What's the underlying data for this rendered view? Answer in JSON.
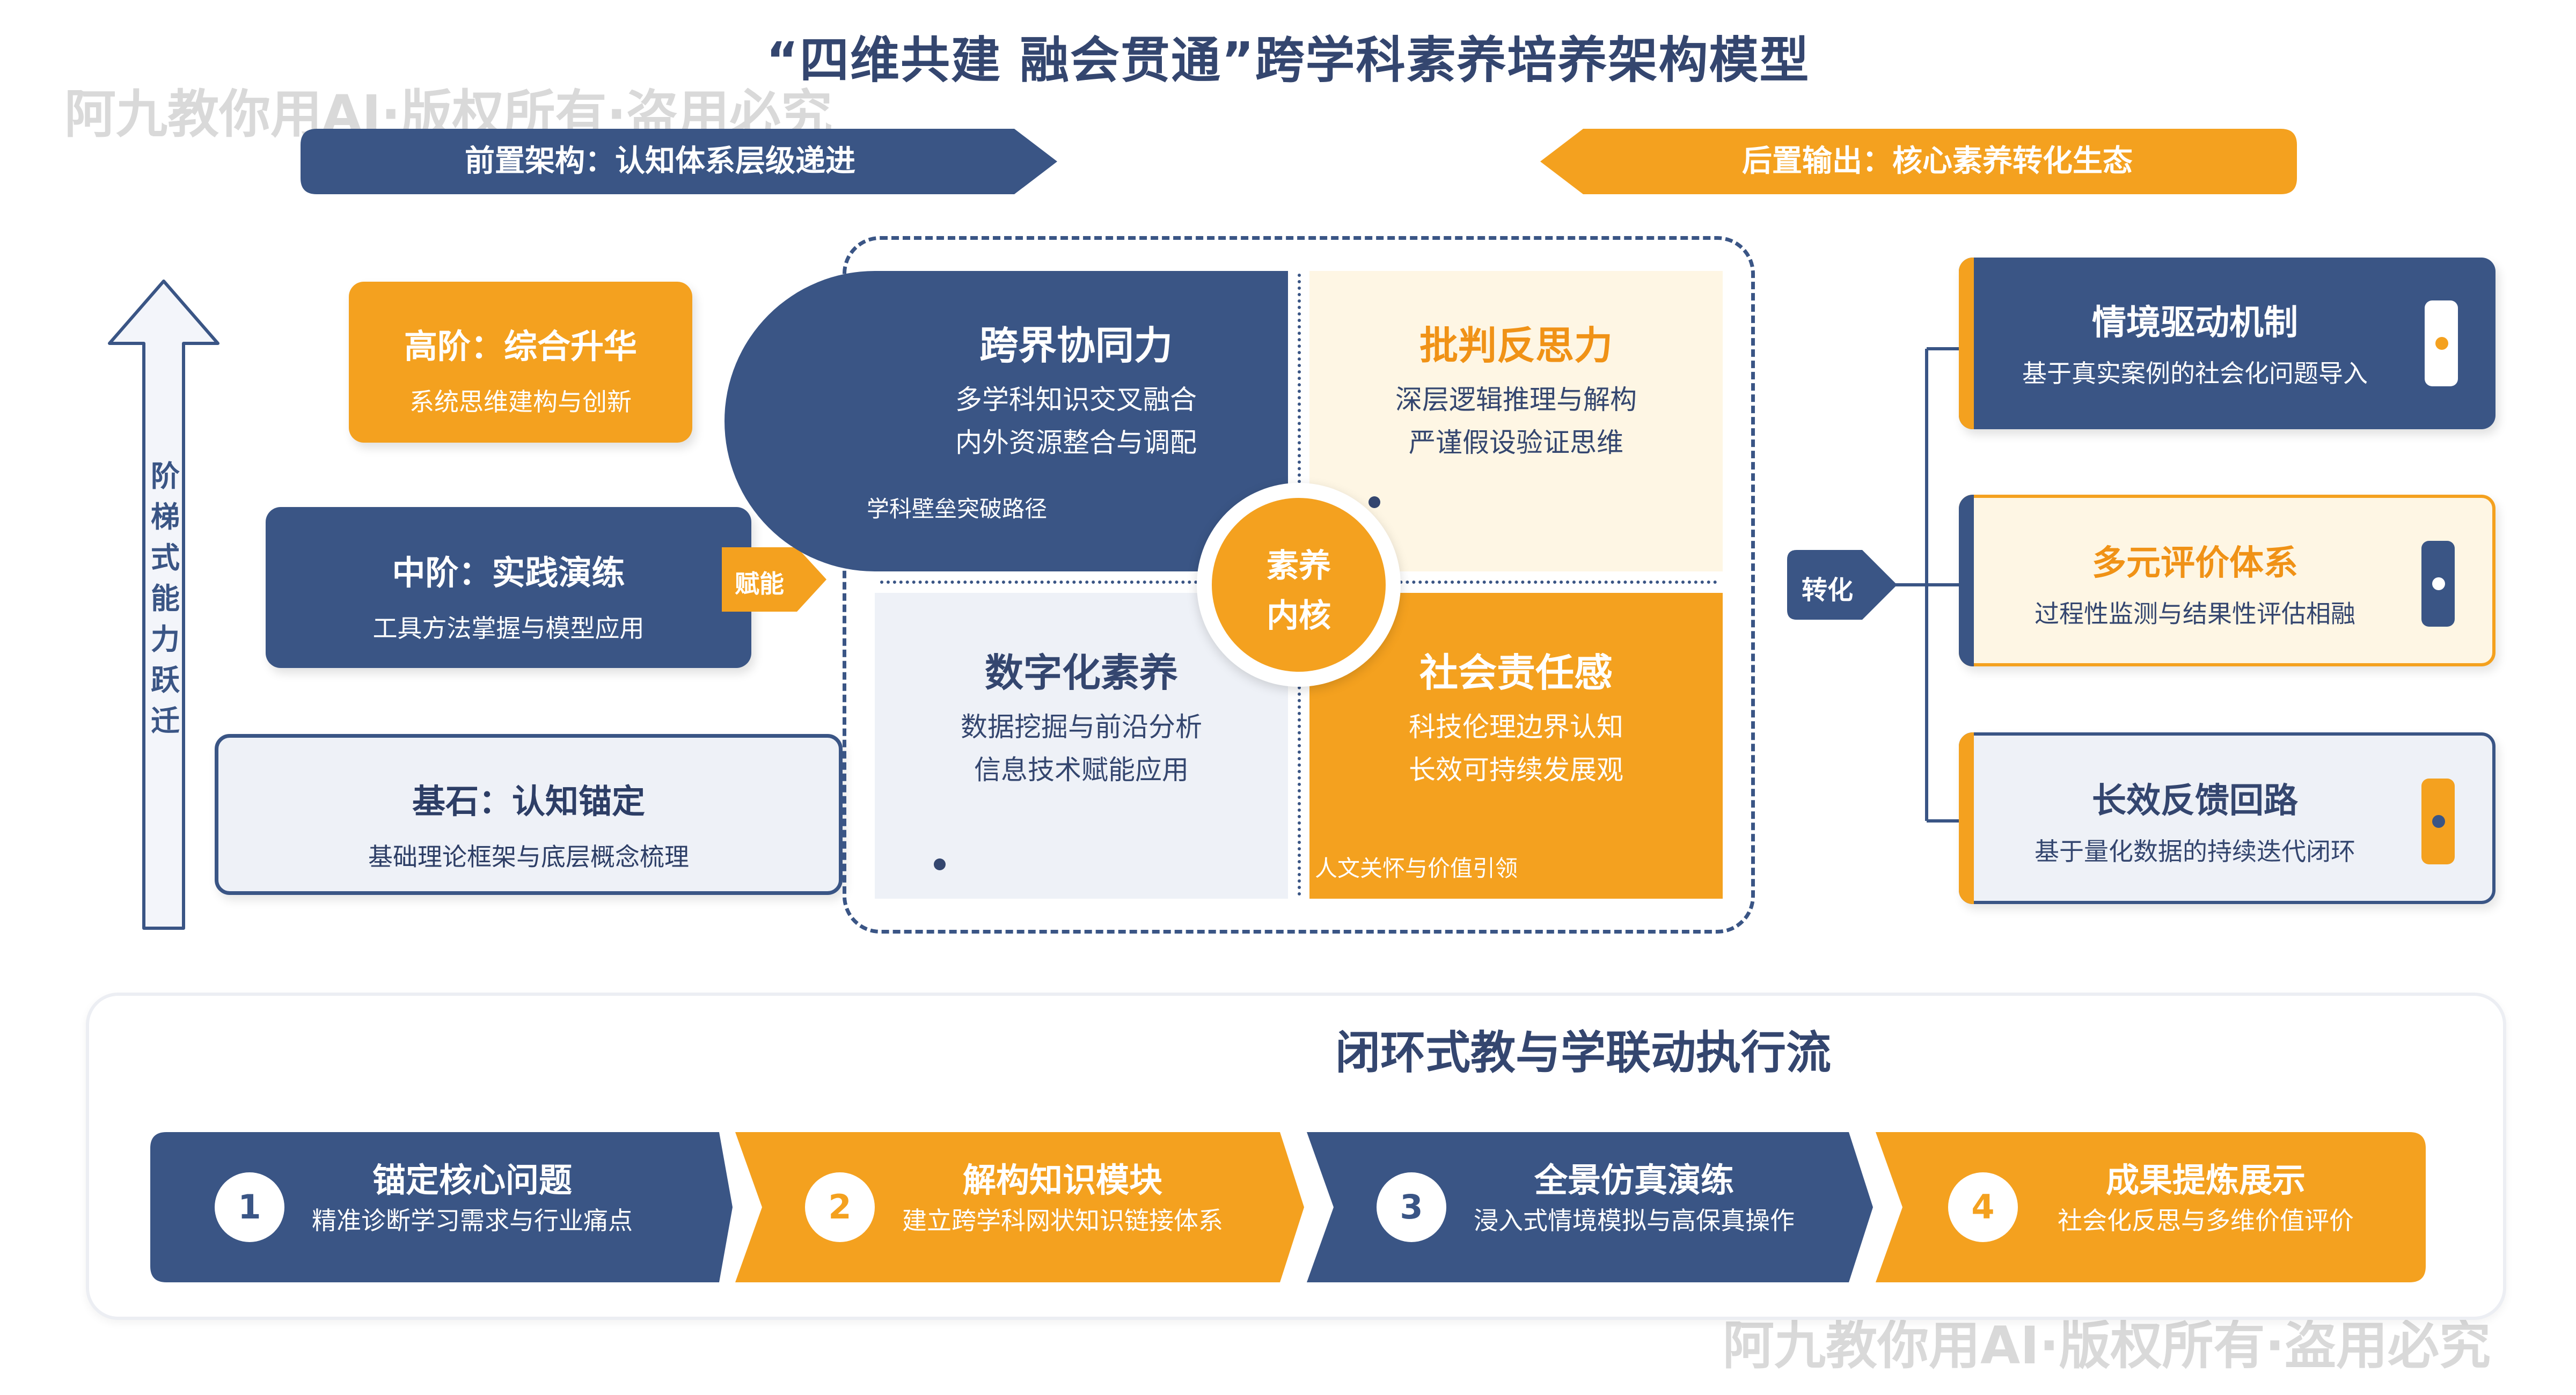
{
  "title": "“四维共建 融会贯通”跨学科素养培养架构模型",
  "watermark": "阿九教你用AI·版权所有·盗用必究",
  "banners": {
    "left": "前置架构：认知体系层级递进",
    "right": "后置输出：核心素养转化生态"
  },
  "ladder": {
    "label_chars": [
      "阶",
      "梯",
      "式",
      "能",
      "力",
      "跃",
      "迁"
    ],
    "high": {
      "title": "高阶：综合升华",
      "sub": "系统思维建构与创新"
    },
    "mid": {
      "title": "中阶：实践演练",
      "sub": "工具方法掌握与模型应用"
    },
    "base": {
      "title": "基石：认知锚定",
      "sub": "基础理论框架与底层概念梳理"
    },
    "empower_label": "赋能"
  },
  "core": {
    "center_line1": "素养",
    "center_line2": "内核",
    "quadrants": [
      {
        "title": "跨界协同力",
        "lines": [
          "多学科知识交叉融合",
          "内外资源整合与调配"
        ],
        "note": "学科壁垒突破路径"
      },
      {
        "title": "批判反思力",
        "lines": [
          "深层逻辑推理与解构",
          "严谨假设验证思维"
        ],
        "note": ""
      },
      {
        "title": "数字化素养",
        "lines": [
          "数据挖掘与前沿分析",
          "信息技术赋能应用"
        ],
        "note": ""
      },
      {
        "title": "社会责任感",
        "lines": [
          "科技伦理边界认知",
          "长效可持续发展观"
        ],
        "note": "人文关怀与价值引领"
      }
    ]
  },
  "transform_label": "转化",
  "outputs": [
    {
      "title": "情境驱动机制",
      "sub": "基于真实案例的社会化问题导入"
    },
    {
      "title": "多元评价体系",
      "sub": "过程性监测与结果性评估相融"
    },
    {
      "title": "长效反馈回路",
      "sub": "基于量化数据的持续迭代闭环"
    }
  ],
  "flow": {
    "title": "闭环式教与学联动执行流",
    "steps": [
      {
        "num": "1",
        "title": "锚定核心问题",
        "sub": "精准诊断学习需求与行业痛点"
      },
      {
        "num": "2",
        "title": "解构知识模块",
        "sub": "建立跨学科网状知识链接体系"
      },
      {
        "num": "3",
        "title": "全景仿真演练",
        "sub": "浸入式情境模拟与高保真操作"
      },
      {
        "num": "4",
        "title": "成果提炼展示",
        "sub": "社会化反思与多维价值评价"
      }
    ]
  },
  "colors": {
    "navy": "#3a5585",
    "orange": "#f4a11f",
    "cream": "#fef6e4",
    "pale": "#eef1f7"
  }
}
